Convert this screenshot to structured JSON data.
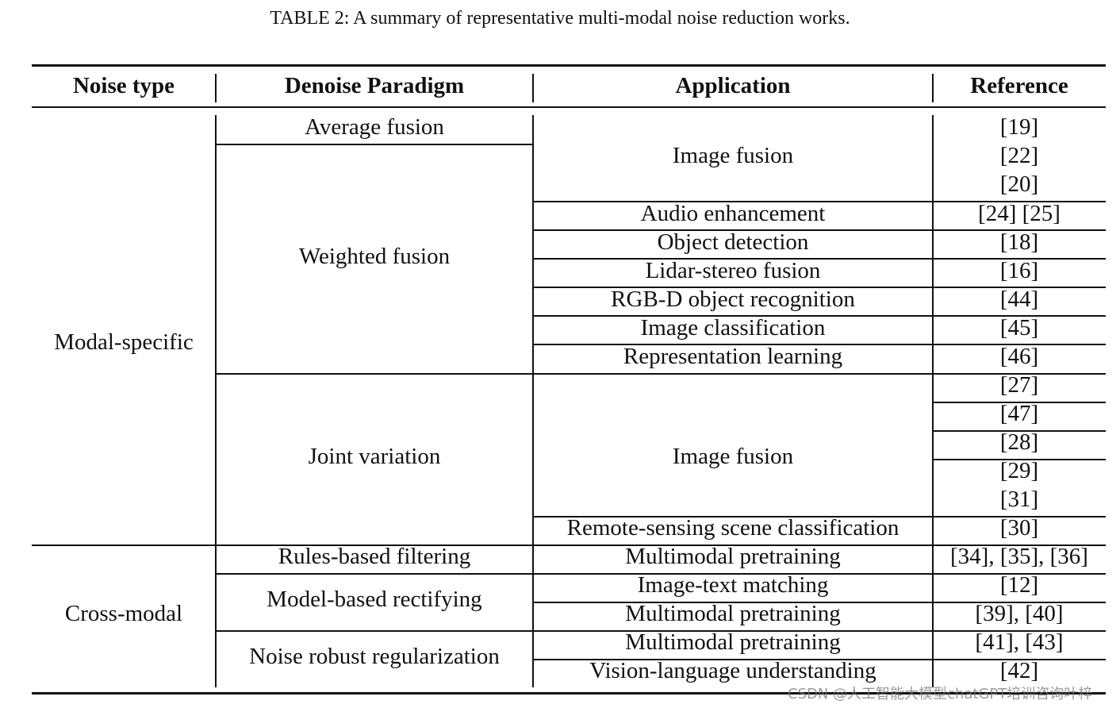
{
  "caption": "TABLE 2: A summary of representative multi-modal noise reduction works.",
  "headers": [
    "Noise type",
    "Denoise Paradigm",
    "Application",
    "Reference"
  ],
  "noise_types": [
    "Modal-specific",
    "Cross-modal"
  ],
  "paradigms": [
    "Average fusion",
    "Weighted fusion",
    "Joint variation",
    "Rules-based filtering",
    "Model-based rectifying",
    "Noise robust regularization"
  ],
  "applications": [
    "Image fusion",
    "Audio enhancement",
    "Object detection",
    "Lidar-stereo fusion",
    "RGB-D object recognition",
    "Image classification",
    "Representation learning",
    "Image fusion",
    "Remote-sensing scene classification",
    "Multimodal pretraining",
    "Image-text matching",
    "Multimodal pretraining",
    "Multimodal pretraining",
    "Vision-language understanding"
  ],
  "references": [
    "[19]",
    "[22]",
    "[20]",
    "[24] [25]",
    "[18]",
    "[16]",
    "[44]",
    "[45]",
    "[46]",
    "[27]",
    "[47]",
    "[28]",
    "[29]",
    "[31]",
    "[30]",
    "[34], [35], [36]",
    "[12]",
    "[39], [40]",
    "[41], [43]",
    "[42]"
  ],
  "watermark": "CSDN @人工智能大模型chatGPT培训咨询叶梓"
}
